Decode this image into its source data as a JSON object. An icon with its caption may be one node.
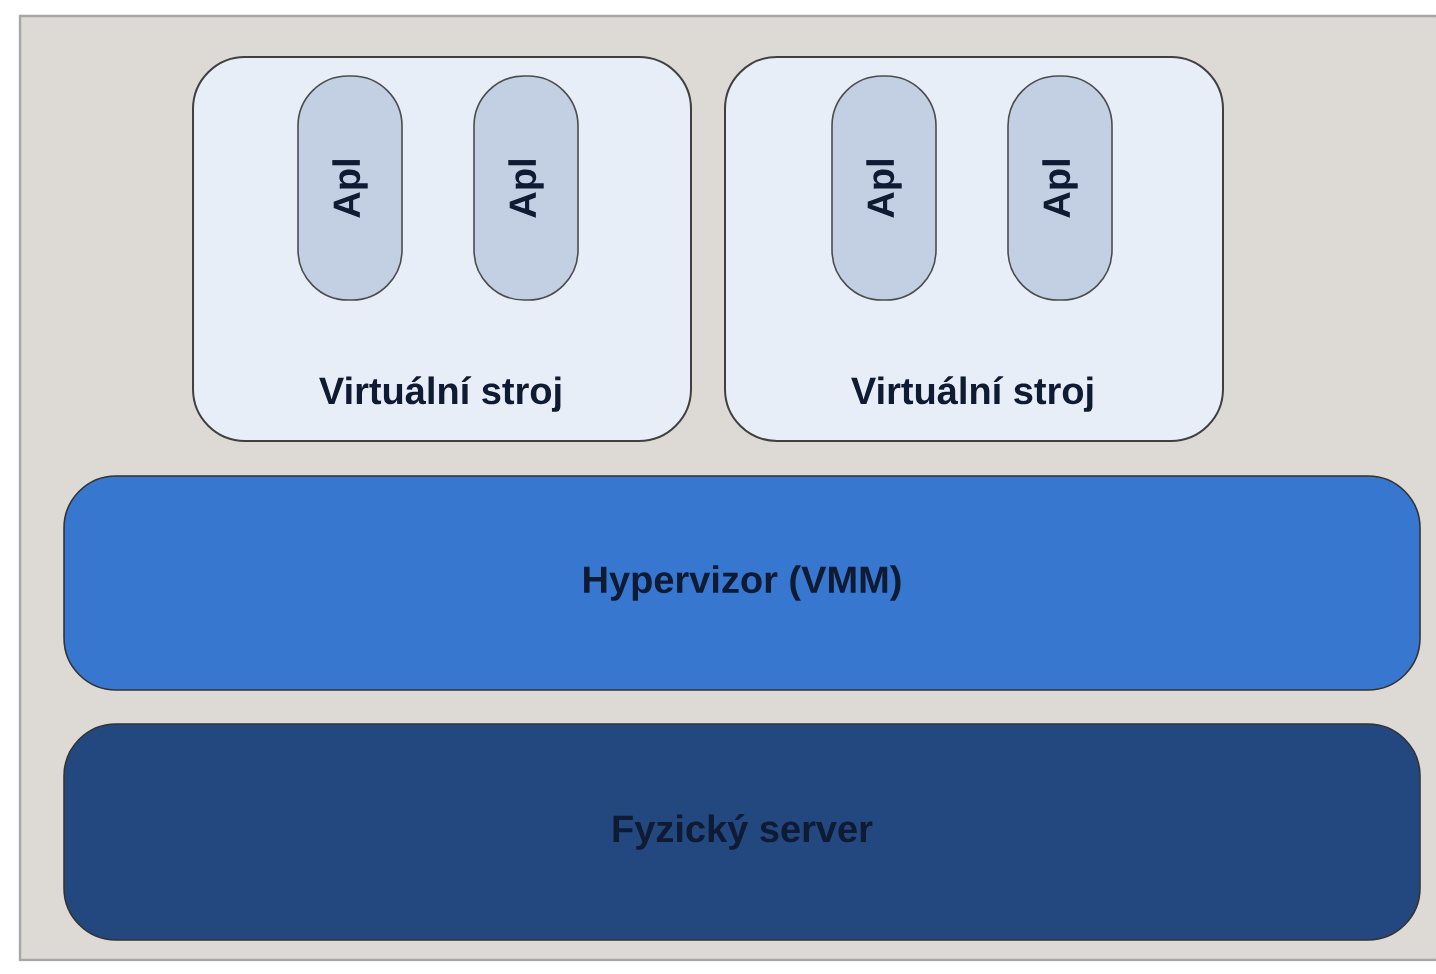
{
  "diagram": {
    "nodes": [
      {
        "text": [
          "Virtuální stroj"
        ]
      },
      {
        "text": [
          "Apl"
        ],
        "in": 0
      },
      {
        "text": [
          "Apl"
        ],
        "in": 0
      },
      {
        "text": [
          "Virtuální stroj"
        ]
      },
      {
        "text": [
          "Apl"
        ],
        "in": 3
      },
      {
        "text": [
          "Apl"
        ],
        "in": 3
      },
      {
        "text": [
          "Hypervizor (VMM)"
        ]
      },
      {
        "text": [
          "Fyzický server"
        ]
      }
    ]
  }
}
